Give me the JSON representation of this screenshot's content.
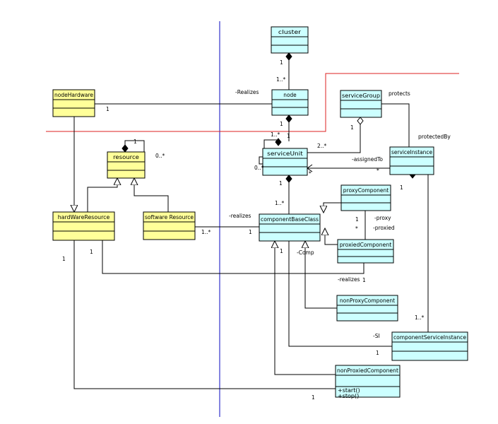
{
  "colors": {
    "yellow_class": "#ffff99",
    "cyan_class": "#ccffff",
    "partition_line": "#3333cc",
    "boundary_line": "#dd2222"
  },
  "classes": {
    "cluster": "cluster",
    "node": "node",
    "nodeHardware": "nodeHardware",
    "serviceGroup": "serviceGroup",
    "resource": "resource",
    "serviceUnit": "serviceUnit",
    "serviceInstance": "serviceInstance",
    "proxyComponent": "proxyComponent",
    "hardWareResource": "hardWareResource",
    "softwareResource": "software Resource",
    "componentBaseClass": "componentBaseClass",
    "proxiedComponent": "proxiedComponent",
    "nonProxyComponent": "nonProxyComponent",
    "componentServiceInstance": "componentServiceInstance",
    "nonProxiedComponent": "nonProxiedComponent",
    "nonProxiedComponent_op1": "+start()",
    "nonProxiedComponent_op2": "+stop()"
  },
  "labels": {
    "m_cluster_1": "1",
    "m_node_1n": "1..*",
    "realizes_node": "-Realizes",
    "m_nodehw_1": "1",
    "m_node_su_1": "1",
    "protects": "protects",
    "m_sg_1": "1",
    "m_su_2n": "2..*",
    "protectedBy": "protectedBy",
    "m_su_1n": "1..*",
    "m_su_star": "*",
    "assignedTo": "-assignedTo",
    "m_su_0n": "0..*",
    "m_su_self_1": "1",
    "m_res_1": "1",
    "m_res_0n": "0..*",
    "m_asg_star": "*",
    "m_si_1": "1",
    "m_su_cbc_1": "1",
    "m_cbc_1n": "1..*",
    "realizes_cbc": "-realizes",
    "m_cbc_1": "1",
    "m_sw_1n": "1..*",
    "m_proxy_1": "1",
    "m_proxied_star": "*",
    "proxy": "-proxy",
    "proxied": "-proxied",
    "comp": "-Comp",
    "m_cbc_comp_1": "1",
    "m_hw_1": "1",
    "m_hw_1b": "1",
    "realizes_low": "-realizes",
    "m_real_1": "1",
    "m_csi_1n": "1..*",
    "si": "-SI",
    "m_csi_1": "1",
    "m_np_1": "1"
  }
}
